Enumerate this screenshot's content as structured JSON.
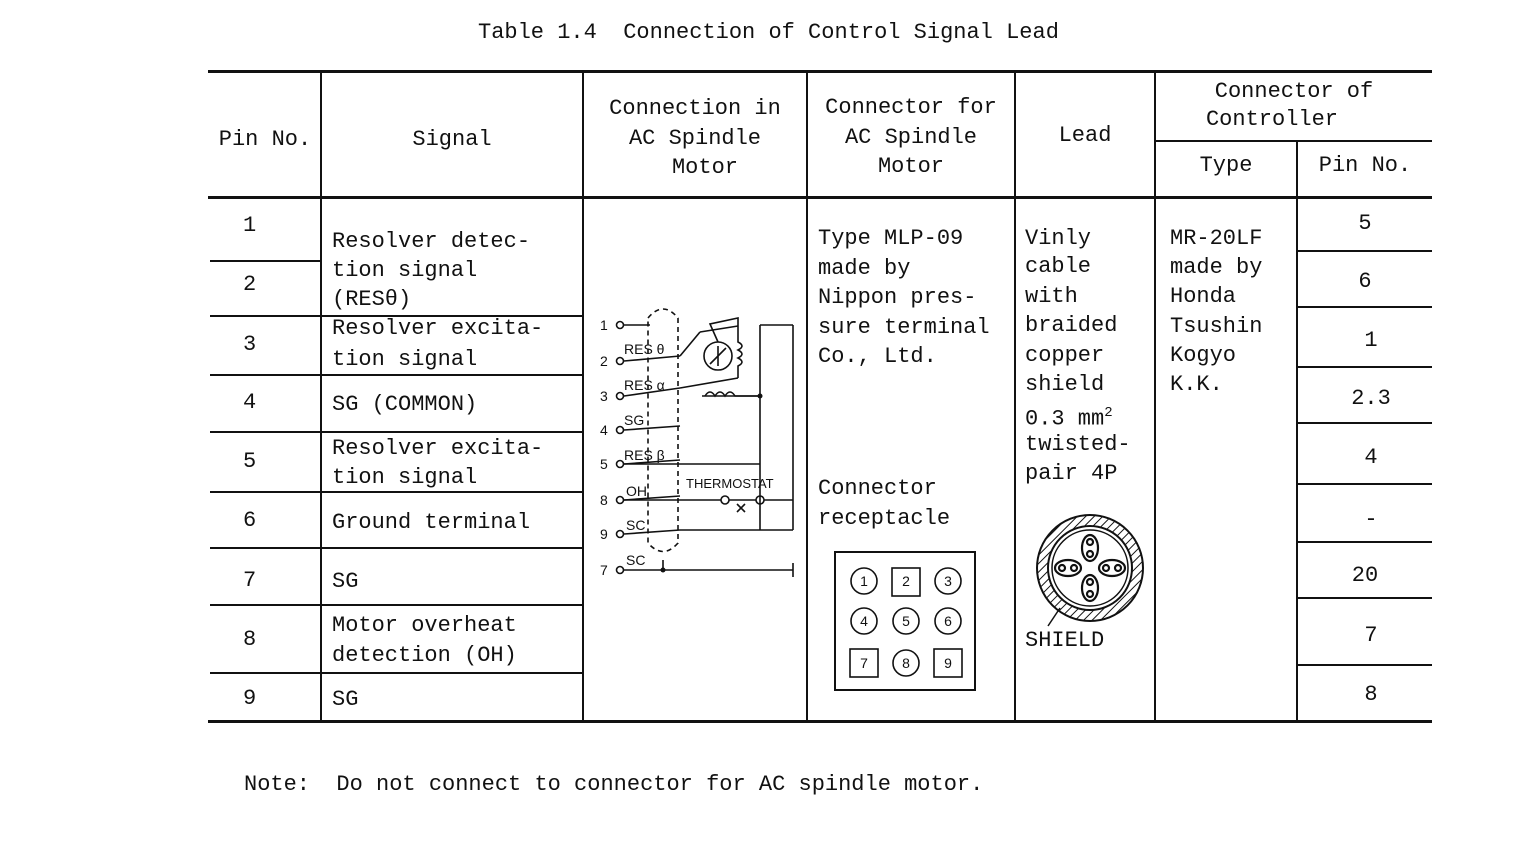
{
  "caption": "Table 1.4  Connection of Control Signal Lead",
  "headers": {
    "pin_no": "Pin No.",
    "signal": "Signal",
    "connection": [
      "Connection in",
      "AC Spindle",
      "Motor"
    ],
    "connector_motor": [
      "Connector for",
      "AC Spindle",
      "Motor"
    ],
    "lead": "Lead",
    "connector_controller": [
      "Connector of",
      "Controller"
    ],
    "type": "Type",
    "ctrl_pin_no": "Pin No."
  },
  "pins": [
    "1",
    "2",
    "3",
    "4",
    "5",
    "6",
    "7",
    "8",
    "9"
  ],
  "signals": [
    [
      "Resolver detec-",
      "tion signal",
      "(RESθ)"
    ],
    [
      "Resolver excita-",
      "tion signal"
    ],
    [
      "SG (COMMON)"
    ],
    [
      "Resolver excita-",
      "tion signal"
    ],
    [
      "Ground terminal"
    ],
    [
      "SG"
    ],
    [
      "Motor overheat",
      "detection (OH)"
    ],
    [
      "SG"
    ]
  ],
  "connector_motor": {
    "type_text": [
      "Type MLP-09",
      "made by",
      "Nippon pres-",
      "sure terminal",
      "Co., Ltd."
    ],
    "receptacle_text": [
      "Connector",
      "receptacle"
    ],
    "receptacle_pins": [
      "1",
      "2",
      "3",
      "4",
      "5",
      "6",
      "7",
      "8",
      "9"
    ]
  },
  "lead": {
    "text": [
      "Vinly",
      "cable",
      "with",
      "braided",
      "copper",
      "shield"
    ],
    "size_value": "0.3 mm",
    "size_sup": "2",
    "text2": [
      "twisted-",
      "pair 4P"
    ],
    "shield_label": "SHIELD"
  },
  "controller_type": [
    "MR-20LF",
    "made by",
    "Honda",
    "Tsushin",
    "Kogyo",
    "K.K."
  ],
  "controller_pins": [
    "5",
    "6",
    "1",
    "2.3",
    "4",
    "-",
    "20",
    "7",
    "8"
  ],
  "wiring": {
    "terminals": [
      "1",
      "2",
      "3",
      "4",
      "5",
      "8",
      "9",
      "7"
    ],
    "labels": [
      "RES θ",
      "RES α",
      "SG",
      "RES β",
      "OH",
      "SC",
      "SC"
    ],
    "thermostat": "THERMOSTAT"
  },
  "note": "Note:  Do not connect to connector for AC spindle motor."
}
